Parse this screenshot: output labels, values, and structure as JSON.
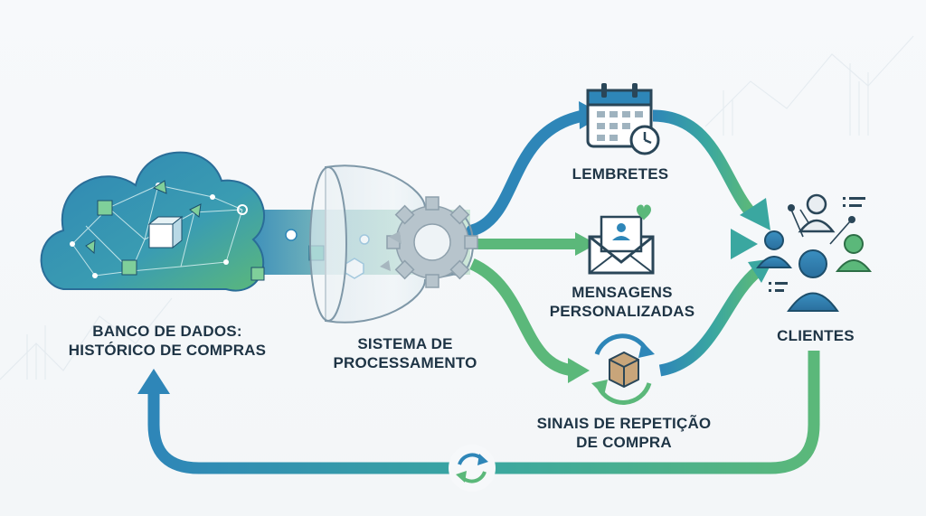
{
  "labels": {
    "database": [
      "BANCO DE DADOS:",
      "HISTÓRICO DE COMPRAS"
    ],
    "processing": [
      "SISTEMA DE",
      "PROCESSAMENTO"
    ],
    "reminders": [
      "LEMBRETES"
    ],
    "messages": [
      "MENSAGENS",
      "PERSONALIZADAS"
    ],
    "repeat_signals": [
      "SINAIS DE REPETIÇÃO",
      "DE COMPRA"
    ],
    "clients": [
      "CLIENTES"
    ]
  },
  "icons": {
    "database": "cloud-network-icon",
    "processing": "funnel-gear-icon",
    "reminders": "calendar-clock-icon",
    "messages": "envelope-heart-icon",
    "repeat_signals": "box-cycle-icon",
    "clients": "people-network-icon",
    "feedback": "refresh-icon"
  },
  "colors": {
    "blue": "#2e86b8",
    "teal": "#3aa7a0",
    "green": "#5bb87a",
    "dark": "#1e3445",
    "light_blue": "#5fa8d6",
    "light_green": "#8fd19e"
  }
}
